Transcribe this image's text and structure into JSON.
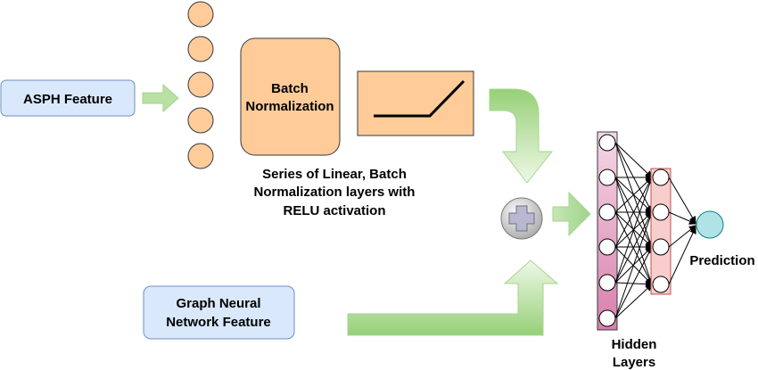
{
  "colors": {
    "input_box_fill": "#dae8fc",
    "input_box_stroke": "#6c8ebf",
    "orange_fill": "#ffcc99",
    "orange_stroke": "#36393d",
    "green_arrow": "#b9e0a5",
    "hidden_layer_1": "#e6a8c8",
    "hidden_layer_2": "#f8cecc",
    "prediction_fill": "#b0e3e6",
    "prediction_stroke": "#0e8088"
  },
  "icons": [
    "plus-circle-icon",
    "relu-icon"
  ],
  "diagram": {
    "asph_feature": "ASPH Feature",
    "batch_norm_line1": "Batch",
    "batch_norm_line2": "Normalization",
    "series_caption_line1": "Series of Linear, Batch",
    "series_caption_line2": "Normalization layers with",
    "series_caption_line3": "RELU activation",
    "gnn_feature_line1": "Graph Neural",
    "gnn_feature_line2": "Network Feature",
    "hidden_layers_line1": "Hidden",
    "hidden_layers_line2": "Layers",
    "prediction": "Prediction"
  }
}
